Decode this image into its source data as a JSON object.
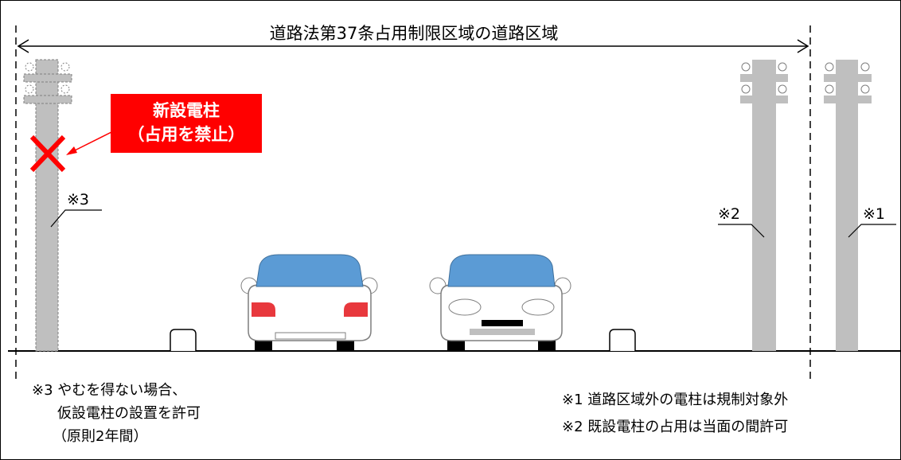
{
  "title": "道路法第37条占用制限区域の道路区域",
  "new_pole_box": {
    "line1": "新設電柱",
    "line2": "（占用を禁止）"
  },
  "pole_labels": {
    "p3": "※3",
    "p2": "※2",
    "p1": "※1"
  },
  "notes": {
    "n3_line1": "※3 やむを得ない場合、",
    "n3_line2": "仮設電柱の設置を許可",
    "n3_line3": "（原則2年間）",
    "n1": "※1  道路区域外の電柱は規制対象外",
    "n2": "※2  既設電柱の占用は当面の間許可"
  },
  "colors": {
    "pole": "#bfbfbf",
    "car_roof": "#5b9bd5",
    "prohibit": "#ff0000",
    "taillight": "#e8383d"
  }
}
